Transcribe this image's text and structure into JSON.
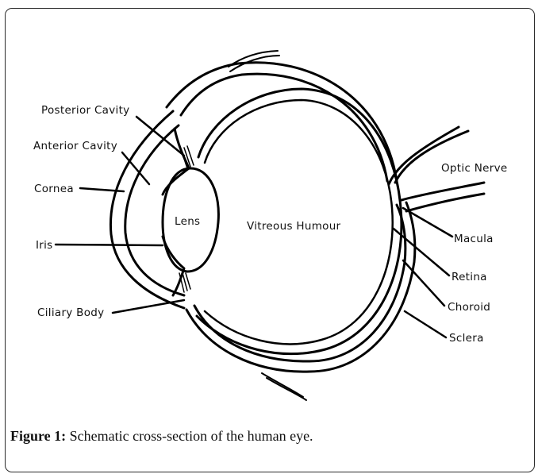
{
  "labels": {
    "posterior_cavity": "Posterior Cavity",
    "anterior_cavity": "Anterior Cavity",
    "cornea": "Cornea",
    "iris": "Iris",
    "ciliary_body": "Ciliary Body",
    "lens": "Lens",
    "vitreous_humour": "Vitreous Humour",
    "optic_nerve": "Optic Nerve",
    "macula": "Macula",
    "retina": "Retina",
    "choroid": "Choroid",
    "sclera": "Sclera"
  },
  "caption": {
    "label": "Figure 1:",
    "text": " Schematic cross-section of the human eye."
  }
}
